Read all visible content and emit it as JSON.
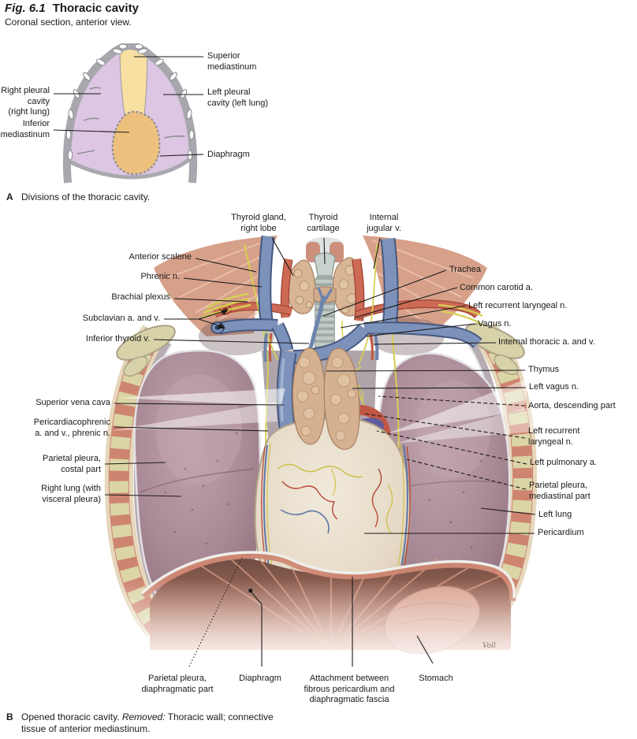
{
  "figure": {
    "number": "Fig. 6.1",
    "title": "Thoracic cavity",
    "subtitle": "Coronal section, anterior view."
  },
  "panelA": {
    "caption_letter": "A",
    "caption_text": "Divisions of the thoracic cavity.",
    "labels": {
      "superior_mediastinum": "Superior\nmediastinum",
      "right_pleural": "Right pleural\ncavity\n(right lung)",
      "left_pleural": "Left pleural\ncavity (left lung)",
      "inferior_mediastinum": "Inferior\nmediastinum",
      "diaphragm": "Diaphragm"
    }
  },
  "panelB": {
    "caption_letter": "B",
    "caption_text_1": "Opened thoracic cavity. ",
    "caption_text_removed": "Removed:",
    "caption_text_2": " Thoracic wall; connective tissue of anterior mediastinum.",
    "signature": "Voll",
    "labels": {
      "thyroid_gland": "Thyroid gland,\nright lobe",
      "thyroid_cartilage": "Thyroid\ncartilage",
      "internal_jugular": "Internal\njugular v.",
      "anterior_scalene": "Anterior scalene",
      "phrenic_n": "Phrenic n.",
      "brachial_plexus": "Brachial plexus",
      "subclavian": "Subclavian a. and v.",
      "inferior_thyroid_v": "Inferior thyroid v.",
      "superior_vena_cava": "Superior vena cava",
      "pericardiacophrenic": "Pericardiacophrenic\na. and v., phrenic n.",
      "parietal_pleura_costal": "Parietal pleura,\ncostal part",
      "right_lung": "Right lung (with\nvisceral pleura)",
      "trachea": "Trachea",
      "common_carotid": "Common carotid a.",
      "left_recurrent_upper": "Left recurrent laryngeal n.",
      "vagus_n": "Vagus n.",
      "internal_thoracic": "Internal thoracic a. and v.",
      "thymus": "Thymus",
      "left_vagus": "Left vagus n.",
      "aorta_descending": "Aorta, descending part",
      "left_recurrent_lower": "Left recurrent\nlaryngeal n.",
      "left_pulmonary": "Left pulmonary a.",
      "parietal_pleura_mediastinal": "Parietal pleura,\nmediastinal part",
      "left_lung": "Left lung",
      "pericardium": "Pericardium",
      "parietal_pleura_diaphragmatic": "Parietal pleura,\ndiaphragmatic part",
      "diaphragm": "Diaphragm",
      "attachment": "Attachment between\nfibrous pericardium and\ndiaphragmatic fascia",
      "stomach": "Stomach"
    }
  },
  "palette": {
    "lung": "#a98b97",
    "pericardium": "#eae0d0",
    "muscle": "#d59a85",
    "vein": "#7d92ba",
    "artery": "#cd6a55",
    "nerve": "#d6cf52",
    "rib_cartilage": "#d8d2a8",
    "pleural_cavity_fill": "#dcc6e3",
    "superior_mediastinum_fill": "#f8dfa2",
    "inferior_mediastinum_fill": "#edc17d"
  }
}
